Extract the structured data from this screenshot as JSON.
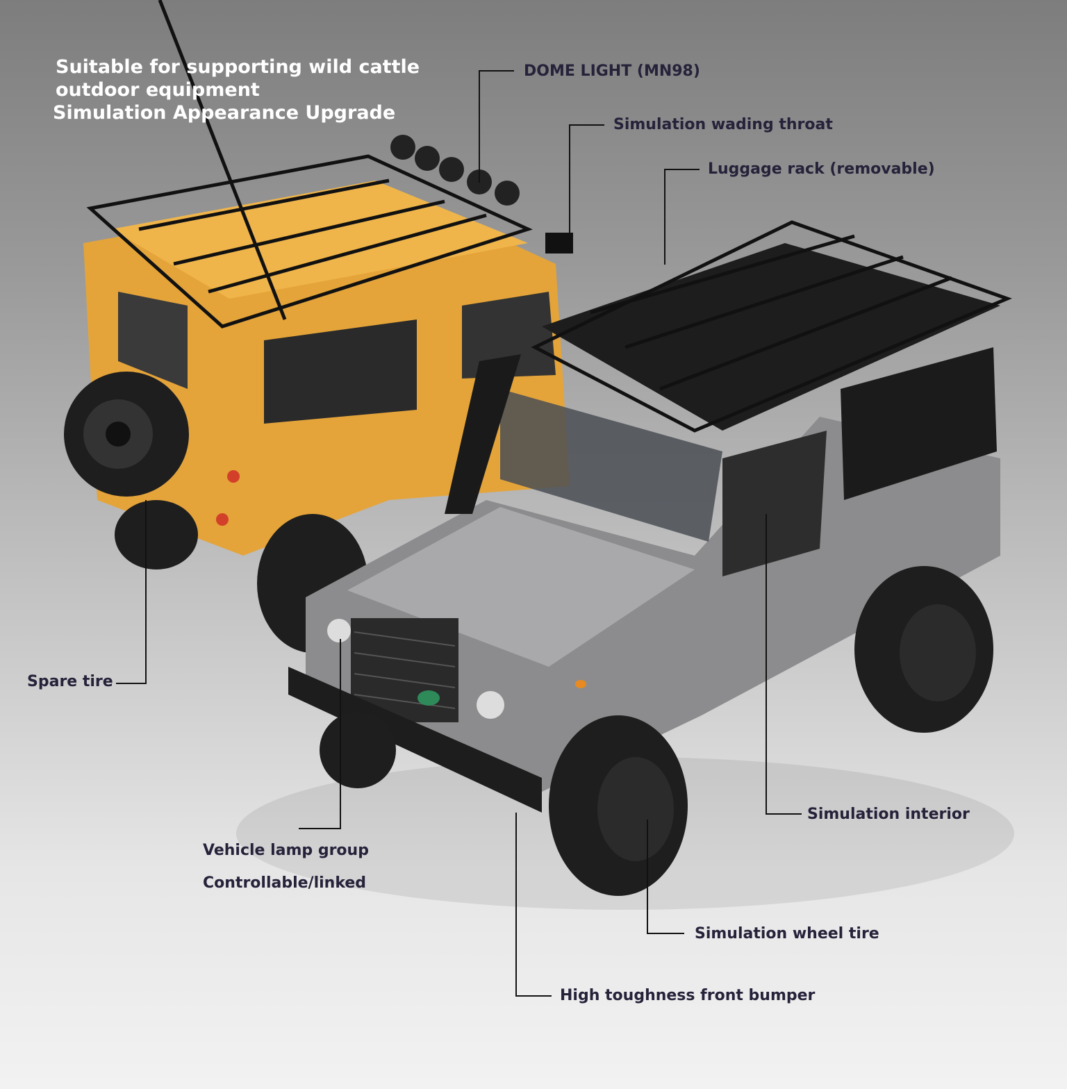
{
  "title_lines": [
    "Suitable for supporting wild cattle",
    "outdoor equipment",
    "Simulation Appearance Upgrade"
  ],
  "callouts": {
    "dome_light": "DOME LIGHT (MN98)",
    "wading_throat": "Simulation wading throat",
    "luggage_rack": "Luggage rack (removable)",
    "spare_tire": "Spare tire",
    "lamp_group_1": "Vehicle lamp group",
    "lamp_group_2": "Controllable/linked",
    "interior": "Simulation interior",
    "wheel_tire": "Simulation wheel tire",
    "front_bumper": "High toughness front bumper"
  },
  "colors": {
    "yellow_body": "#e8a63c",
    "gray_body": "#8a8a8c",
    "label": "#25223a"
  }
}
